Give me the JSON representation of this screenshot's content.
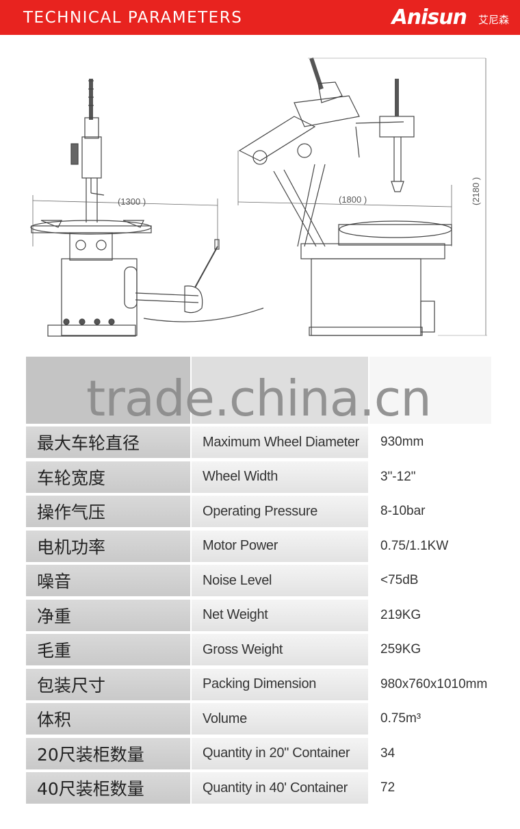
{
  "header": {
    "title": "TECHNICAL PARAMETERS",
    "logo": "Anisun",
    "logo_cn": "艾尼森",
    "bg_color": "#e8231f"
  },
  "drawing": {
    "dim_width_left": "(1300 )",
    "dim_width_right": "(1800 )",
    "dim_height": "(2180 )"
  },
  "watermark": "trade.china.cn",
  "specs": [
    {
      "cn": "最大车轮直径",
      "en": "Maximum Wheel Diameter",
      "value": "930mm"
    },
    {
      "cn": "车轮宽度",
      "en": "Wheel Width",
      "value": "3\"-12\""
    },
    {
      "cn": "操作气压",
      "en": "Operating Pressure",
      "value": "8-10bar"
    },
    {
      "cn": "电机功率",
      "en": "Motor Power",
      "value": "0.75/1.1KW"
    },
    {
      "cn": "噪音",
      "en": "Noise Level",
      "value": "<75dB"
    },
    {
      "cn": "净重",
      "en": "Net Weight",
      "value": "219KG"
    },
    {
      "cn": "毛重",
      "en": "Gross Weight",
      "value": "259KG"
    },
    {
      "cn": "包装尺寸",
      "en": "Packing Dimension",
      "value": "980x760x1010mm"
    },
    {
      "cn": "体积",
      "en": "Volume",
      "value": "0.75m³"
    },
    {
      "cn": "20尺装柜数量",
      "en": "Quantity in 20\" Container",
      "value": "34"
    },
    {
      "cn": "40尺装柜数量",
      "en": "Quantity in 40' Container",
      "value": "72"
    }
  ]
}
